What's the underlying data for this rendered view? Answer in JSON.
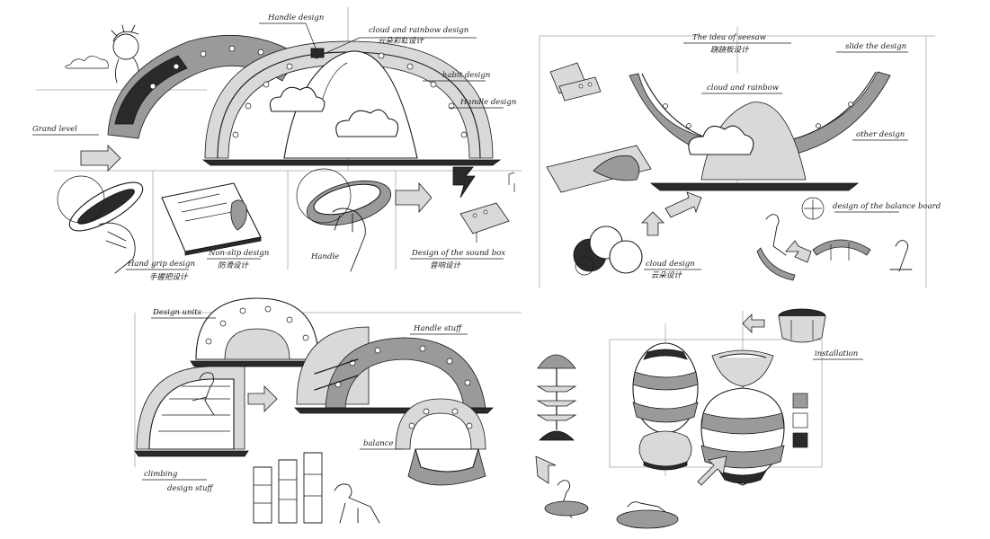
{
  "labels": {
    "handle_design_top": "Handle design",
    "cloud_rainbow_design": "cloud and rainbow design",
    "cloud_rainbow_cn": "云朵彩虹设计",
    "habit_design": "habit design",
    "handle_design_mid": "Handle design",
    "grand_level": "Grand level",
    "hand_grip_design": "Hand grip design",
    "hand_grip_cn": "手握把设计",
    "non_slip_design": "Non-slip design",
    "non_slip_cn": "防滑设计",
    "handle_small": "Handle",
    "sound_box": "Design of the sound box",
    "sound_box_cn": "音响设计",
    "idea_of_seesaw": "The idea of seesaw",
    "seesaw_cn": "跷跷板设计",
    "cloud_and_rainbow": "cloud and rainbow",
    "slide_design": "slide the design",
    "other_design": "other design",
    "balance_board": "design of the balance board",
    "cloud_design": "cloud design",
    "cloud_design_cn": "云朵设计",
    "design_units": "Design units",
    "handle_short": "Handle stuff",
    "balance": "balance",
    "climbing": "climbing",
    "design_stuff": "design stuff",
    "installation": "installation"
  },
  "sketch": {
    "panels": [
      "rainbow-arch-playground",
      "seesaw-arch",
      "modular-rainbow-units",
      "stacking-egg-pods"
    ],
    "swatches": [
      "#9a9a9a",
      "#ffffff",
      "#2a2a2a"
    ]
  }
}
